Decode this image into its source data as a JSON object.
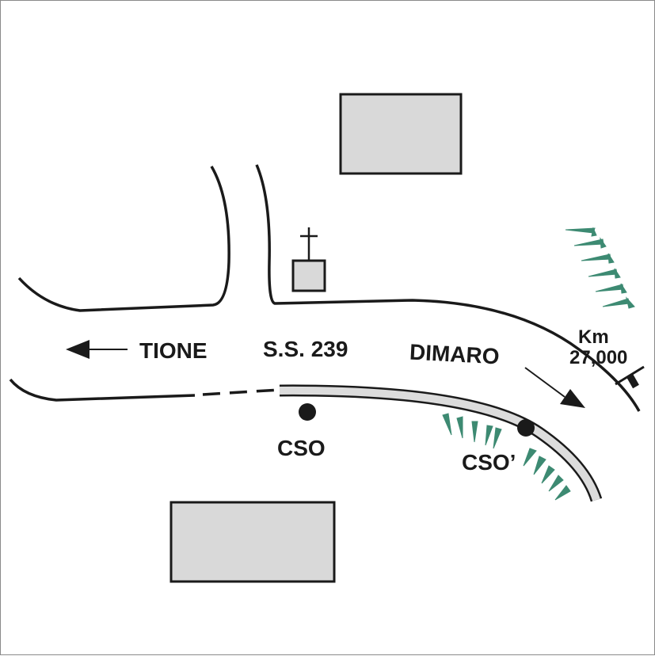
{
  "map": {
    "labels": {
      "west_destination": "TIONE",
      "road_name": "S.S. 239",
      "east_destination": "DIMARO",
      "km_unit": "Km",
      "km_value": "27,000",
      "cso": "CSO",
      "cso_prime": "CSO’"
    },
    "colors": {
      "road_line": "#1a1a1a",
      "building_fill": "#d9d9d9",
      "barrier_fill": "#dcdcdc",
      "vegetation": "#3d8a72",
      "background": "#ffffff"
    },
    "icons": [
      "church-icon",
      "arrow-left-icon",
      "arrow-right-icon",
      "km-marker-icon",
      "vegetation-icon",
      "cso-point-icon"
    ]
  }
}
